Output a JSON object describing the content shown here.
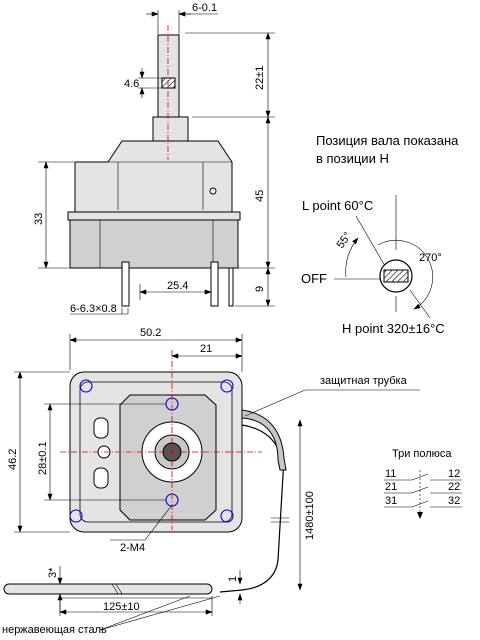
{
  "side_view": {
    "dims": {
      "shaft_width": "6-0.1",
      "shaft_flat": "4.6",
      "shaft_height": "22±1",
      "body_height": "45",
      "housing_height": "33",
      "terminal_spacing": "25.4",
      "terminal_length": "9",
      "terminal_spec": "6-6.3×0.8"
    }
  },
  "position_note": {
    "line1": "Позиция вала показана",
    "line2": "в позиции H",
    "l_point": "L point 60°C",
    "h_point": "H point 320±16°C",
    "off": "OFF",
    "angle_l": "55°",
    "angle_total": "270°"
  },
  "top_view": {
    "dims": {
      "width": "50.2",
      "half_width": "21",
      "height": "46.2",
      "hole_spacing": "28±0.1",
      "holes": "2-M4",
      "capillary_length": "1480±100",
      "bulb_diameter": "3*",
      "bulb_length": "125±10",
      "gap": "1"
    },
    "labels": {
      "tube": "защитная трубка",
      "steel": "нержавеющая сталь"
    }
  },
  "poles": {
    "title": "Три полюса",
    "left": [
      "11",
      "21",
      "31"
    ],
    "right": [
      "12",
      "22",
      "32"
    ]
  }
}
